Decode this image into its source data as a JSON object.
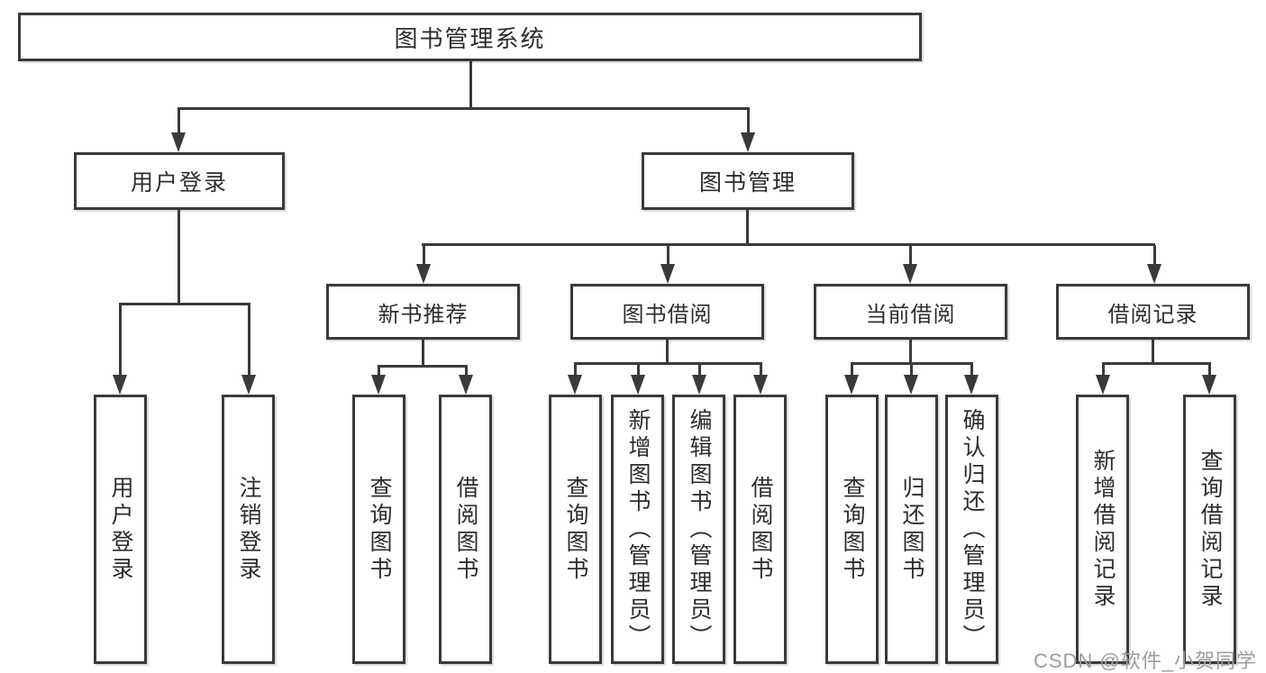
{
  "tree": {
    "label": "图书管理系统",
    "children": [
      {
        "label": "用户登录",
        "children": [
          {
            "label": "用户登录"
          },
          {
            "label": "注销登录"
          }
        ]
      },
      {
        "label": "图书管理",
        "children": [
          {
            "label": "新书推荐",
            "children": [
              {
                "label": "查询图书"
              },
              {
                "label": "借阅图书"
              }
            ]
          },
          {
            "label": "图书借阅",
            "children": [
              {
                "label": "查询图书"
              },
              {
                "label": "新增图书（管理员）"
              },
              {
                "label": "编辑图书（管理员）"
              },
              {
                "label": "借阅图书"
              }
            ]
          },
          {
            "label": "当前借阅",
            "children": [
              {
                "label": "查询图书"
              },
              {
                "label": "归还图书"
              },
              {
                "label": "确认归还（管理员）"
              }
            ]
          },
          {
            "label": "借阅记录",
            "children": [
              {
                "label": "新增借阅记录"
              },
              {
                "label": "查询借阅记录"
              }
            ]
          }
        ]
      }
    ]
  },
  "watermark": {
    "text": "CSDN @软件_小贺同学"
  },
  "colors": {
    "line": "#3a3a3a",
    "text": "#2d2d2d",
    "background": "#ffffff",
    "watermark": "#9c9c9c"
  }
}
